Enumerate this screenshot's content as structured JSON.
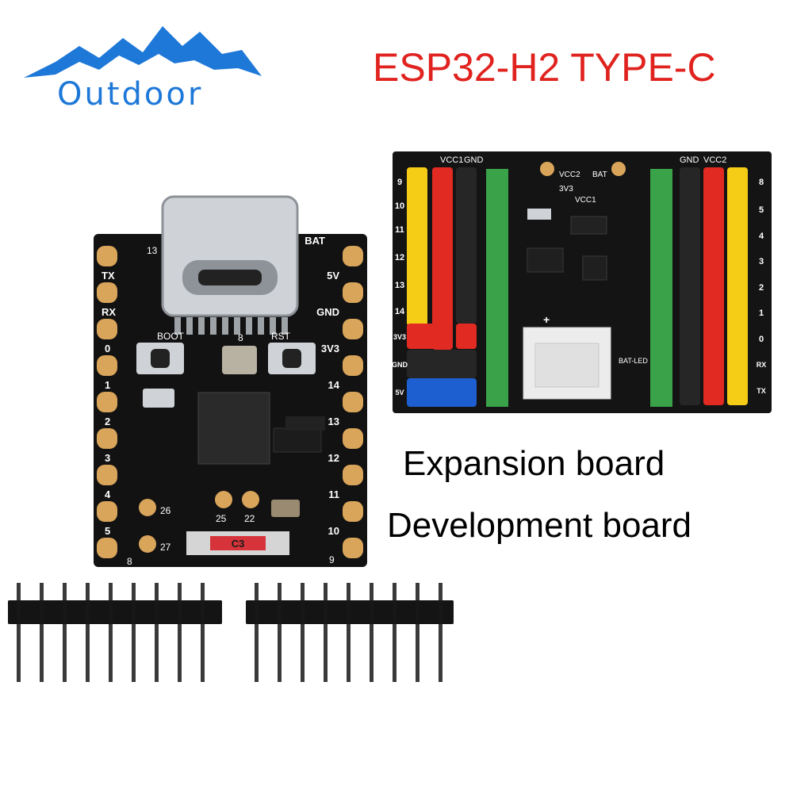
{
  "brand": {
    "logo_text": "Outdoor",
    "color": "#1e78d8"
  },
  "title": {
    "text": "ESP32-H2 TYPE-C",
    "color": "#e0231f"
  },
  "captions": {
    "expansion": "Expansion board",
    "development": "Development board"
  },
  "dev_board": {
    "left_pins": [
      "TX",
      "RX",
      "0",
      "1",
      "2",
      "3",
      "4",
      "5"
    ],
    "right_pins": [
      "BAT",
      "5V",
      "GND",
      "3V3",
      "14",
      "13",
      "12",
      "11",
      "10"
    ],
    "top_label": "13",
    "bottom_left": "8",
    "bottom_right": "9",
    "buttons": [
      "BOOT",
      "RST"
    ],
    "button_mid": "8",
    "inner_pins": [
      "26",
      "27",
      "25",
      "22"
    ],
    "chip_label": "C3"
  },
  "expansion_board": {
    "left_header": [
      "VCC1",
      "GND"
    ],
    "right_header": [
      "GND",
      "VCC2"
    ],
    "left_numbers": [
      "9",
      "10",
      "11",
      "12",
      "13",
      "14",
      "3V3",
      "GND",
      "5V"
    ],
    "right_numbers": [
      "8",
      "5",
      "4",
      "3",
      "2",
      "1",
      "0",
      "RX",
      "TX"
    ],
    "power_labels": [
      "VCC2",
      "BAT",
      "3V3",
      "VCC1"
    ],
    "led_label": "BAT-LED"
  },
  "colors": {
    "pcb": "#121212",
    "pad": "#d9a55a",
    "header_yellow": "#f5cc16",
    "header_red": "#e12a22",
    "header_green": "#3aa34a",
    "header_blue": "#1d5fd0"
  }
}
